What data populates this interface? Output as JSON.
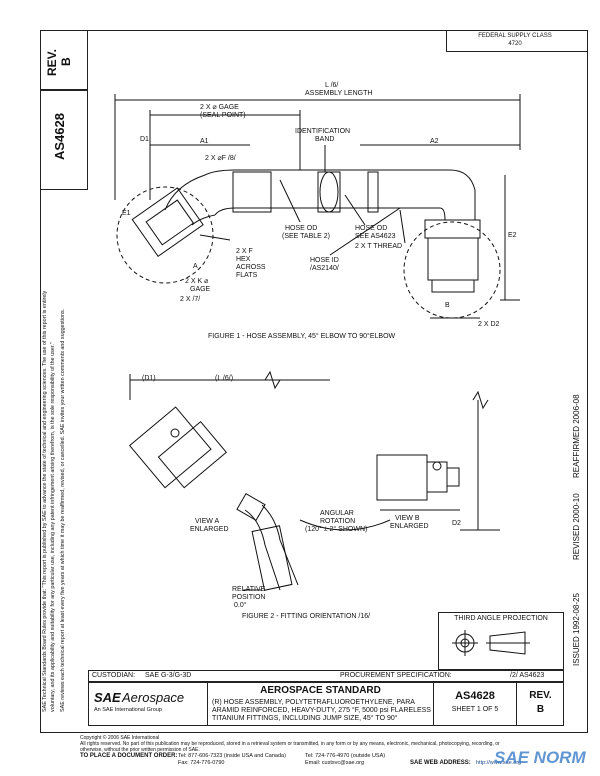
{
  "header": {
    "rev_label": "REV.",
    "rev_letter": "B",
    "doc_number": "AS4628",
    "federal_supply_class": "FEDERAL SUPPLY CLASS",
    "fsc_number": "4720"
  },
  "side_notes": {
    "line1": "SAE Technical Standards Board Rules provide that: \"This report is published by SAE to advance the state of technical and engineering sciences. The use of this report is entirely",
    "line2": "voluntary, and its applicability and suitability for any particular use, including any patent infringement arising therefrom, is the sole responsibility of the user.\"",
    "line3": "SAE reviews each technical report at least every five years at which time it may be reaffirmed, revised, or cancelled. SAE invites your written comments and suggestions."
  },
  "revision_history": {
    "issued": "ISSUED 1992-08-25",
    "revised": "REVISED 2000-10",
    "reaffirmed": "REAFFIRMED 2006-08"
  },
  "figure1": {
    "caption": "FIGURE 1 - HOSE ASSEMBLY, 45° ELBOW TO 90°ELBOW",
    "labels": {
      "length": "L /6/",
      "assembly_length": "ASSEMBLY LENGTH",
      "gage_seal": "2 X ⌀ GAGE",
      "seal_point": "(SEAL POINT)",
      "identification_band": "IDENTIFICATION",
      "band": "BAND",
      "d1": "D1",
      "a1": "A1",
      "a2": "A2",
      "of": "2 X ⌀F /8/",
      "e1": "E1",
      "e2": "E2",
      "hose_od": "HOSE OD",
      "see_table2": "(SEE TABLE 2)",
      "hose_od2": "HOSE OD",
      "see_as4623": "SEE AS4623",
      "thread": "2 X T THREAD",
      "hose_id": "HOSE ID",
      "as2140": "/AS2140/",
      "hex_f": "2 X F",
      "hex": "HEX",
      "across": "ACROSS",
      "flats": "FLATS",
      "gage_k": "2 X K ⌀",
      "gage": "GAGE",
      "z7": "2 X /7/",
      "d2": "2 X D2",
      "view_a": "A",
      "view_b": "B"
    }
  },
  "figure2": {
    "caption": "FIGURE 2 - FITTING ORIENTATION /16/",
    "labels": {
      "d1": "(D1)",
      "l2": "(L /6/)",
      "view_a": "VIEW A",
      "view_a_sub": "ENLARGED",
      "view_b": "VIEW B",
      "view_b_sub": "ENLARGED",
      "angular": "ANGULAR",
      "rotation": "ROTATION",
      "rotation_value": "(120° ± 2° SHOWN)",
      "relative": "RELATIVE",
      "position": "POSITION",
      "zero": "0.0°",
      "d2": "D2"
    }
  },
  "projection": {
    "title": "THIRD ANGLE PROJECTION"
  },
  "footer": {
    "custodian_label": "CUSTODIAN:",
    "custodian_value": "SAE G-3/G-3D",
    "procurement_label": "PROCUREMENT SPECIFICATION:",
    "procurement_value": "/2/ AS4623",
    "brand_prefix": "SAE",
    "brand_name": "Aerospace",
    "brand_sub": "An SAE International Group",
    "standard_title": "AEROSPACE STANDARD",
    "description_line1": "(R)  HOSE ASSEMBLY, POLYTETRAFLUOROETHYLENE, PARA",
    "description_line2": "ARAMID REINFORCED, HEAVY-DUTY, 275 °F, 5000 psi FLARELESS",
    "description_line3": "TITANIUM FITTINGS, INCLUDING JUMP SIZE, 45° TO 90°",
    "doc_number": "AS4628",
    "sheet": "SHEET 1 OF 5",
    "rev_label": "REV.",
    "rev_letter": "B",
    "copyright": "Copyright © 2006 SAE International",
    "rights": "All rights reserved. No part of this publication may be reproduced, stored in a retrieval system or transmitted, in any form or by any means, electronic, mechanical, photocopying, recording, or",
    "rights2": "otherwise, without the prior written permission of SAE.",
    "order_label": "TO PLACE A DOCUMENT ORDER:",
    "tel1": "Tel: 877-606-7323 (inside USA and Canada)",
    "tel2": "Tel: 724-776-4970 (outside USA)",
    "fax": "Fax: 724-776-0790",
    "email": "Email: custsvc@sae.org",
    "web_label": "SAE WEB ADDRESS:",
    "web": "http://www.sae.org",
    "watermark": "SAE NORM"
  }
}
